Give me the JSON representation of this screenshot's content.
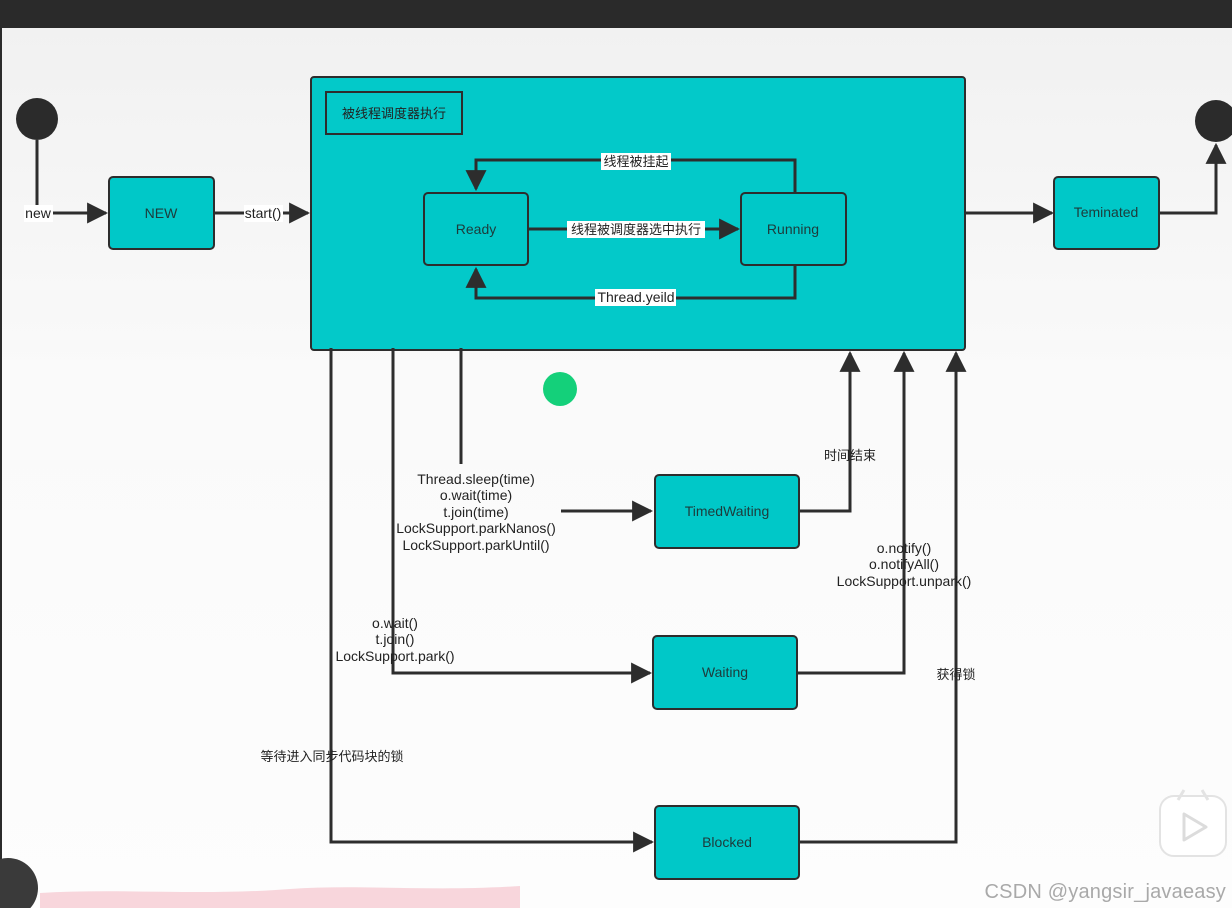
{
  "colors": {
    "state_fill": "#00c8c8",
    "big_box_fill": "#03c9c9",
    "stroke": "#2d2d2d",
    "dot": "#2b2b2b",
    "cursor": "#14d07a"
  },
  "diagram": {
    "scheduler_box": {
      "label": "被线程调度器执行"
    },
    "states": {
      "new": "NEW",
      "ready": "Ready",
      "running": "Running",
      "terminated": "Teminated",
      "timed_waiting": "TimedWaiting",
      "waiting": "Waiting",
      "blocked": "Blocked"
    },
    "transitions": {
      "new": "new",
      "start": "start()",
      "suspended": "线程被挂起",
      "selected": "线程被调度器选中执行",
      "yield": "Thread.yeild",
      "timed_calls": [
        "Thread.sleep(time)",
        "o.wait(time)",
        "t.join(time)",
        "LockSupport.parkNanos()",
        "LockSupport.parkUntil()"
      ],
      "time_up": "时间结束",
      "notify_calls": [
        "o.notify()",
        "o.notifyAll()",
        "LockSupport.unpark()"
      ],
      "wait_calls": [
        "o.wait()",
        "t.join()",
        "LockSupport.park()"
      ],
      "get_lock": "获得锁",
      "wait_lock": "等待进入同步代码块的锁"
    }
  },
  "watermark": "CSDN @yangsir_javaeasy"
}
